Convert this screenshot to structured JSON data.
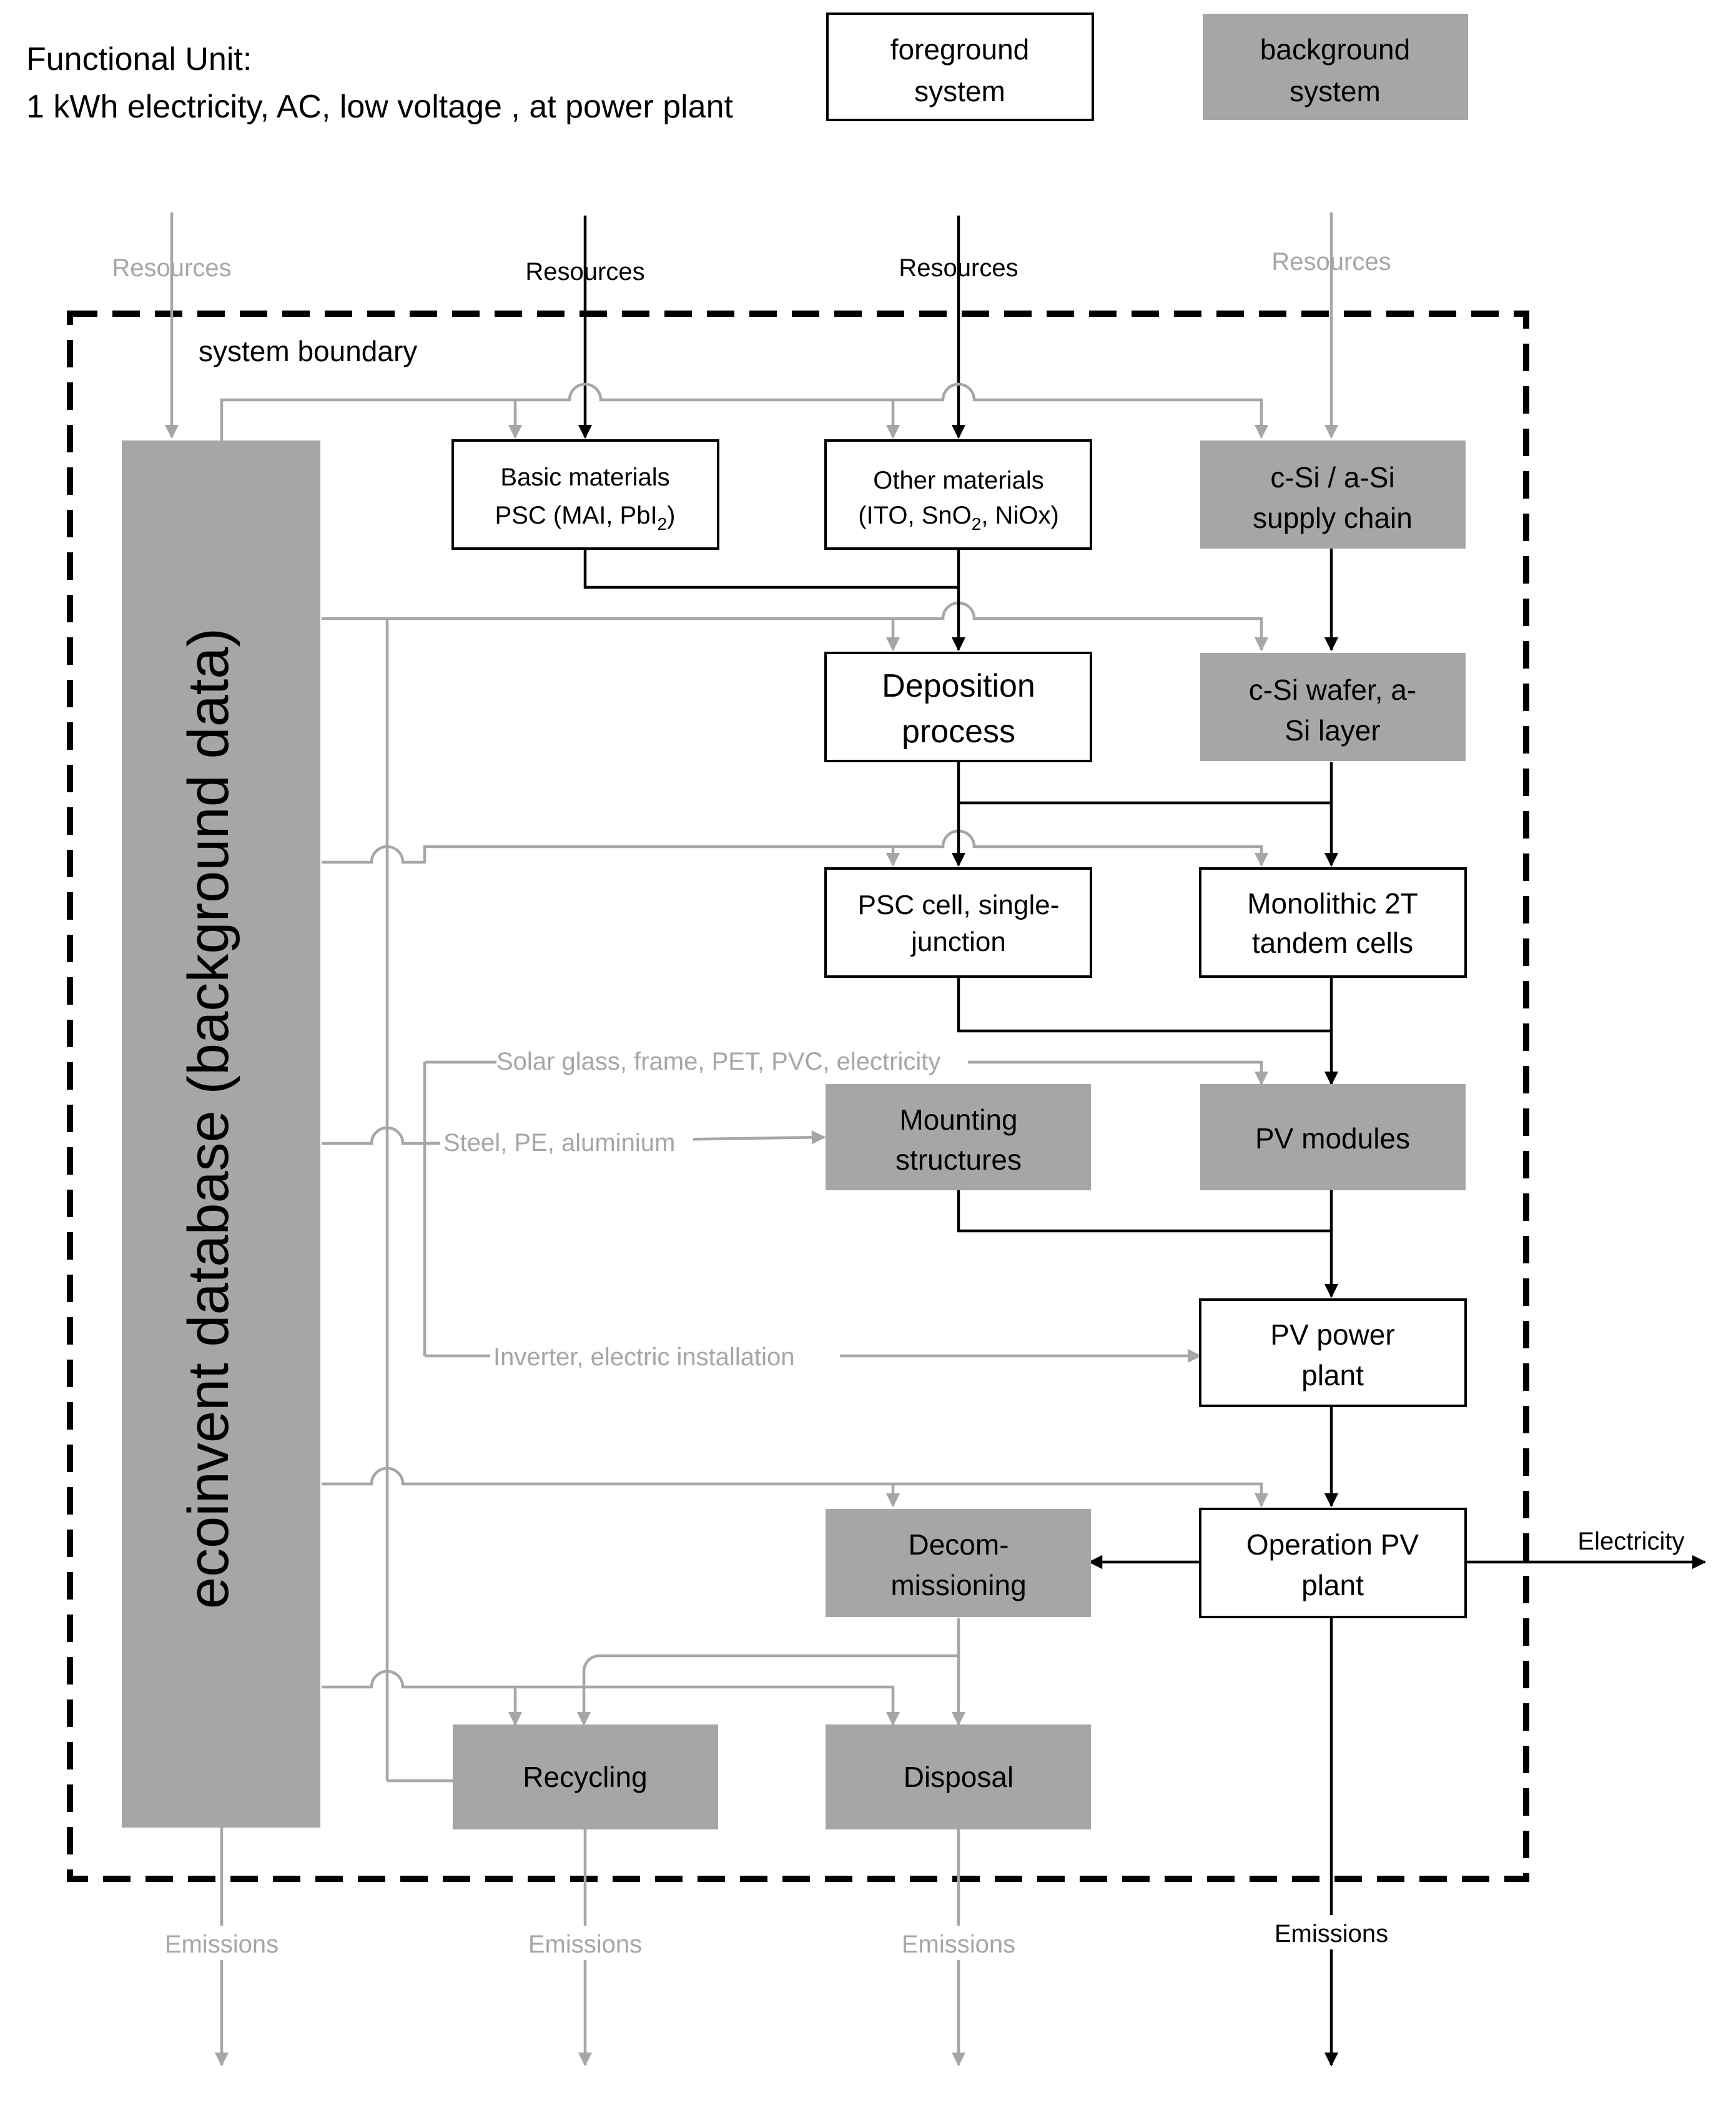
{
  "functional_unit": {
    "line1": "Functional Unit:",
    "line2": "1 kWh electricity, AC, low voltage , at power plant"
  },
  "legend": {
    "foreground": [
      "foreground",
      "system"
    ],
    "background": [
      "background",
      "system"
    ]
  },
  "system_boundary_label": "system boundary",
  "database_label": "ecoinvent database (background data)",
  "resources": {
    "col1": "Resources",
    "col2": "Resources",
    "col3": "Resources",
    "col4": "Resources"
  },
  "boxes": {
    "basic_materials": [
      "Basic materials",
      "PSC (MAI, PbI",
      "2",
      ")"
    ],
    "other_materials": [
      "Other materials",
      "(ITO, SnO",
      "2",
      ", NiOx)"
    ],
    "csi_supply": [
      "c-Si / a-Si",
      "supply chain"
    ],
    "deposition": [
      "Deposition",
      "process"
    ],
    "csi_wafer": [
      "c-Si wafer, a-",
      "Si layer"
    ],
    "psc_cell": [
      "PSC cell, single-",
      "junction"
    ],
    "tandem": [
      "Monolithic 2T",
      "tandem cells"
    ],
    "mounting": [
      "Mounting",
      "structures"
    ],
    "pv_modules": [
      "PV modules"
    ],
    "pv_power_plant": [
      "PV power",
      "plant"
    ],
    "decommissioning": [
      "Decom-",
      "missioning"
    ],
    "operation": [
      "Operation PV",
      "plant"
    ],
    "recycling": [
      "Recycling"
    ],
    "disposal": [
      "Disposal"
    ]
  },
  "flow_labels": {
    "solar_glass": "Solar glass, frame, PET, PVC, electricity",
    "steel": "Steel, PE, aluminium",
    "inverter": "Inverter, electric installation",
    "electricity": "Electricity"
  },
  "emissions": {
    "col1": "Emissions",
    "col2": "Emissions",
    "col3": "Emissions",
    "col4": "Emissions"
  },
  "colors": {
    "foreground_fill": "#ffffff",
    "background_fill": "#a6a6a6",
    "flow_black": "#000000",
    "flow_grey": "#a6a6a6"
  }
}
